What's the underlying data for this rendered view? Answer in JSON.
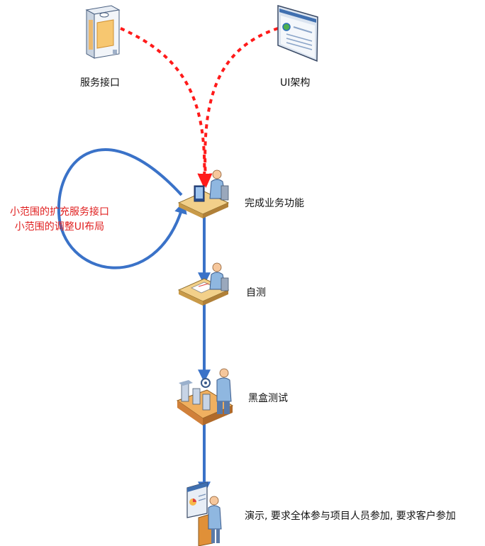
{
  "nodes": {
    "service_interface": "服务接口",
    "ui_architecture": "UI架构",
    "complete_function": "完成业务功能",
    "self_test": "自测",
    "blackbox_test": "黑盒测试",
    "demo": "演示, 要求全体参与项目人员参加, 要求客户参加"
  },
  "loop_note": {
    "line1": "小范围的扩充服务接口",
    "line2": "小范围的调整UI布局"
  },
  "colors": {
    "dashed_arrow": "#ff1a1a",
    "flow_arrow": "#3a72c8",
    "note_text": "#e02020",
    "label_text": "#111111"
  },
  "icons": [
    "server-icon",
    "browser-window-icon",
    "developer-desk-icon",
    "self-test-desk-icon",
    "assembly-line-icon",
    "presentation-board-icon"
  ]
}
